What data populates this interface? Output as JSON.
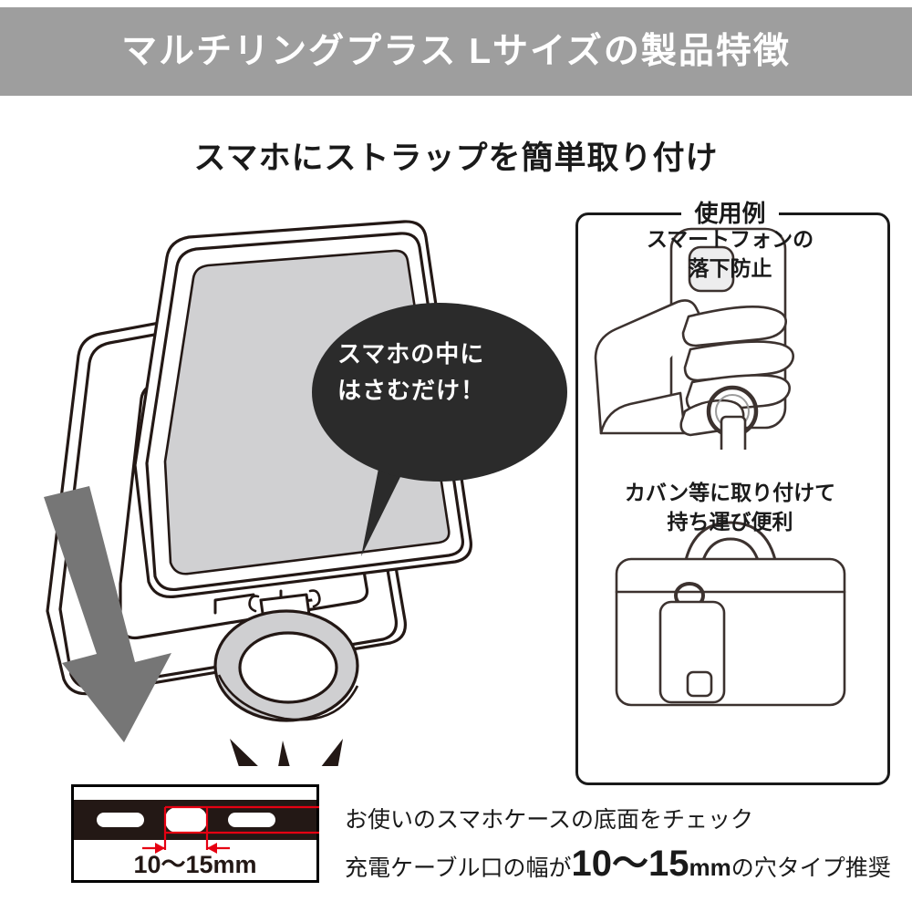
{
  "header": {
    "title": "マルチリングプラス Lサイズの製品特徴",
    "band_color": "#9e9e9e",
    "text_color": "#ffffff"
  },
  "subtitle": "スマホにストラップを簡単取り付け",
  "callout": {
    "line1": "スマホの中に",
    "line2": "はさむだけ！",
    "bubble_color": "#2b2b2b",
    "text_color": "#ffffff"
  },
  "illustration": {
    "arrow_name": "insert-direction-arrow",
    "arrow_color": "#767676",
    "screen_color": "#d0d0d2",
    "ring_color": "#cfcfd1",
    "outline_color": "#231815"
  },
  "use_panel": {
    "legend": "使用例",
    "items": [
      {
        "figure": "hand-holding-phone-with-ring",
        "caption_line1": "スマートフォンの",
        "caption_line2": "落下防止"
      },
      {
        "figure": "bag-with-phone-attached",
        "caption_line1": "カバン等に取り付けて",
        "caption_line2": "持ち運び便利"
      }
    ]
  },
  "measurement": {
    "label": "10〜15mm",
    "annotation_color": "#e60012",
    "case_color": "#231815"
  },
  "notes": {
    "line1": "お使いのスマホケースの底面をチェック",
    "line2_prefix": "充電ケーブル口の幅が",
    "line2_value": "10〜15",
    "line2_unit": "mm",
    "line2_suffix": "の穴タイプ推奨"
  }
}
